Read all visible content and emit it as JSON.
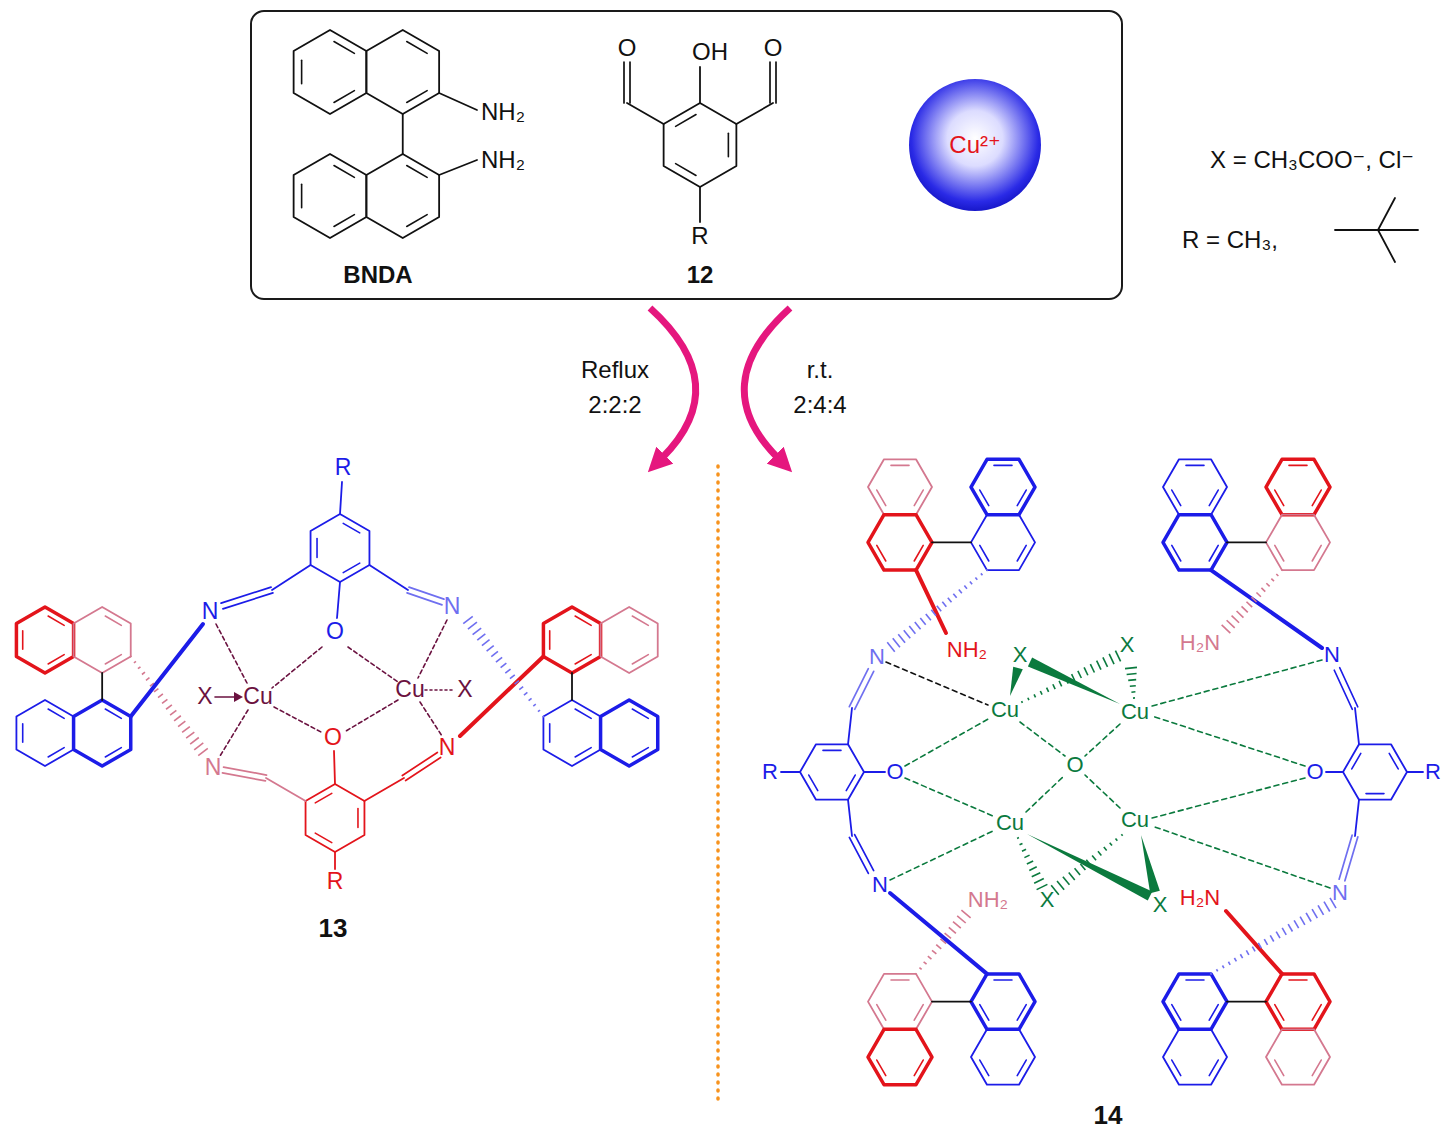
{
  "diagram": {
    "nodes": [
      {
        "text": [
          "O",
          "OH",
          "O",
          "NH₂",
          "NH₂",
          "R",
          "BNDA",
          "12"
        ]
      },
      {
        "text": [
          "Cu²⁺"
        ],
        "in": 0
      }
    ],
    "labels": [
      "X = CH₃COO⁻, Cl⁻",
      "R = CH₃,",
      "Reflux",
      "2:2:2",
      "r.t.",
      "2:4:4",
      "R",
      "N",
      "O",
      "N",
      "X",
      "Cu",
      "Cu",
      "X",
      "O",
      "N",
      "N",
      "R",
      "13",
      "NH₂",
      "N",
      "X",
      "X",
      "H₂N",
      "N",
      "Cu",
      "Cu",
      "R",
      "O",
      "O",
      "O",
      "R",
      "Cu",
      "Cu",
      "N",
      "NH₂",
      "X",
      "X",
      "H₂N",
      "N",
      "14"
    ]
  }
}
